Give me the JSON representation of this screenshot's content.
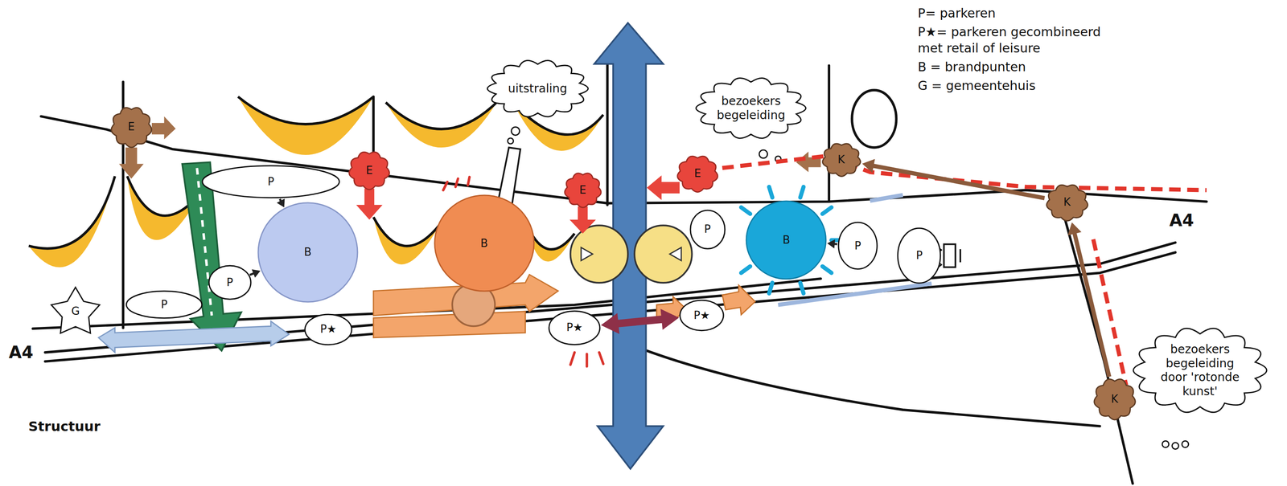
{
  "diagram": {
    "caption": "Structuur",
    "nodes": [
      {
        "text": [
          "E"
        ]
      },
      {
        "text": [
          "E"
        ]
      },
      {
        "text": [
          "E"
        ]
      },
      {
        "text": [
          "E"
        ]
      },
      {
        "text": [
          "uitstraling"
        ]
      },
      {
        "text": [
          "bezoekers begeleiding"
        ]
      },
      {
        "text": [
          "K"
        ]
      },
      {
        "text": [
          "K"
        ]
      },
      {
        "text": [
          "K"
        ]
      },
      {
        "text": [
          "bezoekers begeleiding door 'rotonde kunst'"
        ]
      },
      {
        "text": [
          "P"
        ]
      },
      {
        "text": [
          "B"
        ]
      },
      {
        "text": [
          "B"
        ]
      },
      {
        "text": [
          "B"
        ]
      },
      {
        "text": [
          "P"
        ]
      },
      {
        "text": [
          "P"
        ]
      },
      {
        "text": [
          "G"
        ]
      },
      {
        "text": [
          "P★"
        ]
      },
      {
        "text": [
          "P"
        ]
      },
      {
        "text": [
          "P"
        ]
      },
      {
        "text": [
          "P"
        ]
      },
      {
        "text": [
          "P★"
        ]
      },
      {
        "text": [
          "P★"
        ]
      }
    ],
    "edges": [
      {
        "from": 10,
        "to": 11,
        "arrow": "to"
      },
      {
        "from": 14,
        "to": 11,
        "arrow": "to"
      },
      {
        "from": 19,
        "to": 13,
        "arrow": "to"
      },
      {
        "from": 7,
        "to": 6,
        "arrow": "to"
      },
      {
        "from": 8,
        "to": 7,
        "arrow": "to"
      },
      {
        "from": 21,
        "to": 22,
        "arrow": "both"
      }
    ],
    "labels": [
      "A4",
      "A4"
    ],
    "legend": [
      {
        "text": "P= parkeren"
      },
      {
        "text": "P★= parkeren gecombineerd met retail of leisure"
      },
      {
        "text": "B = brandpunten"
      },
      {
        "text": "G = gemeentehuis"
      }
    ]
  }
}
